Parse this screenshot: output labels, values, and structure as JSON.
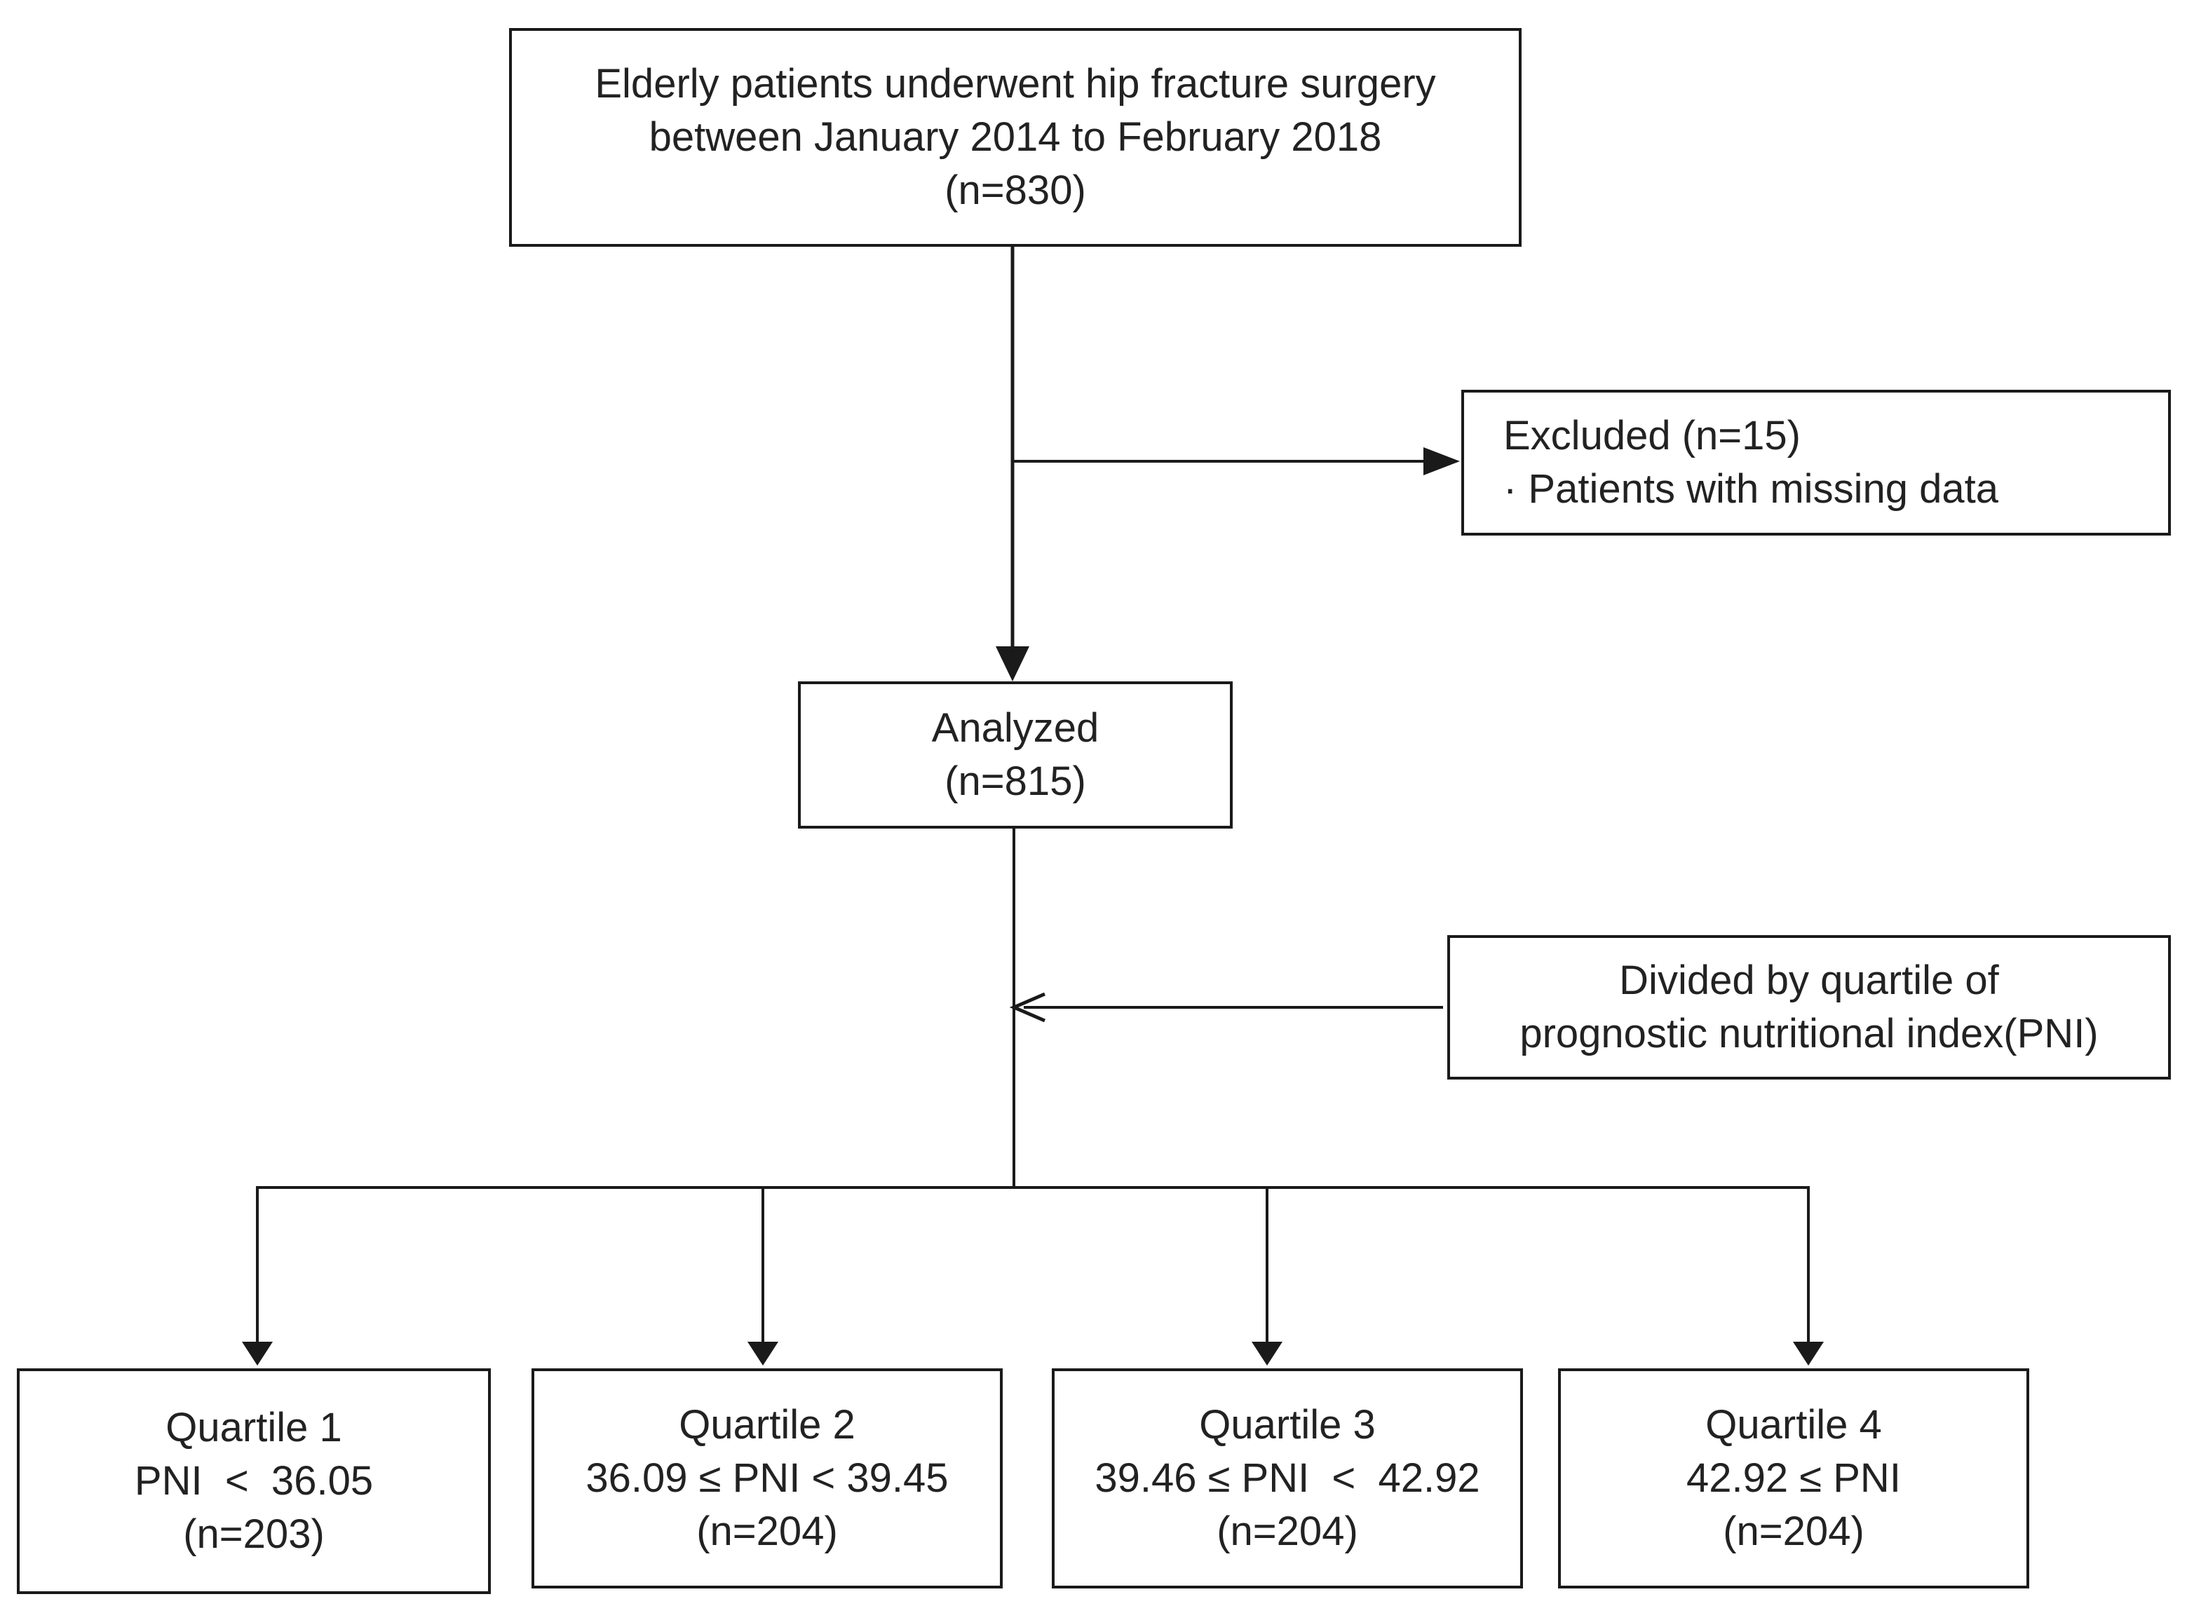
{
  "boxes": {
    "start": {
      "line1": "Elderly patients underwent hip fracture surgery",
      "line2": "between January 2014 to February 2018",
      "line3": "(n=830)"
    },
    "excluded": {
      "line1": "Excluded (n=15)",
      "line2": "· Patients with missing data"
    },
    "analyzed": {
      "line1": "Analyzed",
      "line2": "(n=815)"
    },
    "divided": {
      "line1": "Divided by quartile of",
      "line2": "prognostic nutritional index(PNI)"
    },
    "quartiles": [
      {
        "title": "Quartile 1",
        "range": "PNI  <  36.05",
        "count": "(n=203)"
      },
      {
        "title": "Quartile 2",
        "range": "36.09 ≤ PNI < 39.45",
        "count": "(n=204)"
      },
      {
        "title": "Quartile 3",
        "range": "39.46 ≤ PNI  <  42.92",
        "count": "(n=204)"
      },
      {
        "title": "Quartile 4",
        "range": "42.92 ≤ PNI",
        "count": "(n=204)"
      }
    ]
  },
  "colors": {
    "stroke": "#1a1a1a",
    "text": "#222222",
    "background": "#ffffff"
  }
}
